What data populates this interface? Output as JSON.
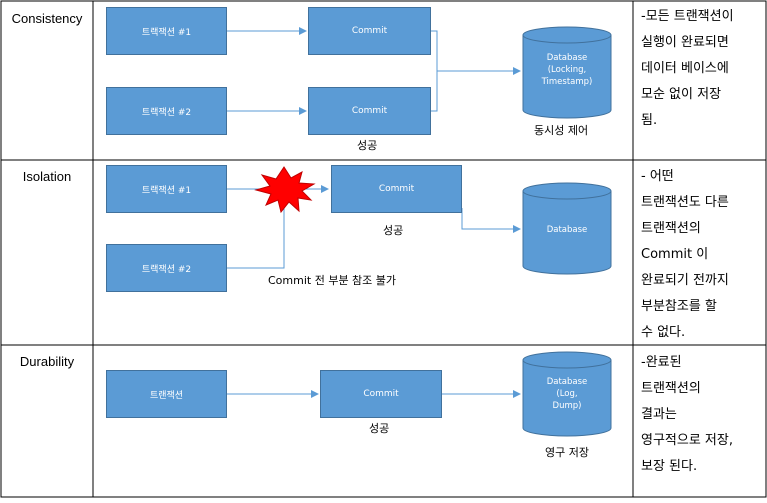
{
  "rows": [
    {
      "name": "Consistency",
      "tx1": "트랙잭션 #1",
      "tx2": "트랙잭션 #2",
      "commit1": "Commit",
      "commit2": "Commit",
      "success": "성공",
      "db_lines": [
        "Database",
        "(Locking,",
        "Timestamp)"
      ],
      "db_caption": "동시성 제어",
      "desc_lines": [
        "-모든 트랜잭션이",
        "실행이 완료되면",
        "데이터 베이스에",
        "모순 없이 저장",
        "됨."
      ]
    },
    {
      "name": "Isolation",
      "tx1": "트랙잭션 #1",
      "tx2": "트랙잭션 #2",
      "commit": "Commit",
      "success": "성공",
      "db_lines": [
        "Database"
      ],
      "note": "Commit 전 부분 참조 불가",
      "desc_lines": [
        "- 어떤",
        "트랜잭션도 다른",
        "트랜잭션의",
        "Commit 이",
        "완료되기 전까지",
        "부분참조를 할",
        "수 없다."
      ]
    },
    {
      "name": "Durability",
      "tx": "트랜잭션",
      "commit": "Commit",
      "success": "성공",
      "db_lines": [
        "Database",
        "(Log,",
        "Dump)"
      ],
      "db_caption": "영구 저장",
      "desc_lines": [
        "-완료된",
        "트랜잭션의",
        "결과는",
        "영구적으로 저장,",
        "보장 된다."
      ]
    }
  ],
  "colors": {
    "box_fill": "#5b9bd5",
    "box_border": "#41719c",
    "arrow": "#5b9bd5",
    "burst_fill": "#ff0000",
    "burst_stroke": "#c00000",
    "grid": "#000000"
  }
}
